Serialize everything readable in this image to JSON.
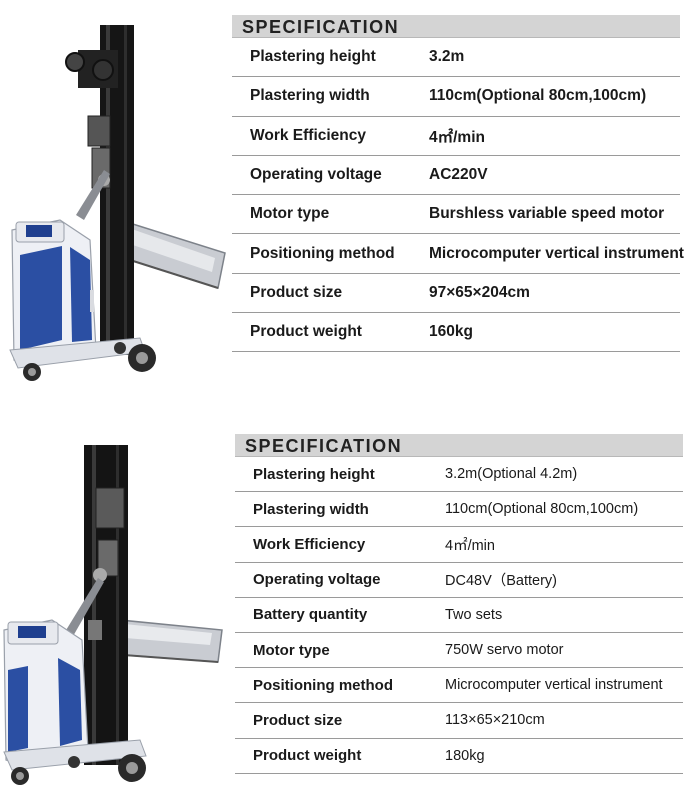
{
  "sections": [
    {
      "title": "SPECIFICATION",
      "rows": [
        {
          "label": "Plastering height",
          "value": "3.2m"
        },
        {
          "label": "Plastering width",
          "value": "110cm(Optional 80cm,100cm)"
        },
        {
          "label": "Work Efficiency",
          "value": "4㎡/min"
        },
        {
          "label": "Operating voltage",
          "value": "AC220V"
        },
        {
          "label": "Motor type",
          "value": "Burshless variable speed motor"
        },
        {
          "label": "Positioning method",
          "value": "Microcomputer vertical instrument"
        },
        {
          "label": "Product size",
          "value": "97×65×204cm"
        },
        {
          "label": "Product weight",
          "value": "160kg"
        }
      ]
    },
    {
      "title": "SPECIFICATION",
      "rows": [
        {
          "label": "Plastering height",
          "value": "3.2m(Optional 4.2m)"
        },
        {
          "label": "Plastering width",
          "value": "110cm(Optional 80cm,100cm)"
        },
        {
          "label": "Work Efficiency",
          "value": "4㎡/min"
        },
        {
          "label": "Operating voltage",
          "value": "DC48V（Battery)"
        },
        {
          "label": "Battery quantity",
          "value": "Two sets"
        },
        {
          "label": "Motor type",
          "value": "750W servo motor"
        },
        {
          "label": "Positioning method",
          "value": "Microcomputer vertical instrument"
        },
        {
          "label": "Product size",
          "value": "113×65×210cm"
        },
        {
          "label": "Product weight",
          "value": "180kg"
        }
      ]
    }
  ],
  "colors": {
    "header_bg": "#d4d4d4",
    "machine_blue": "#2b4fa3",
    "machine_white": "#eef0f5",
    "mast_black": "#141414"
  },
  "icons": [
    "plastering-machine-image"
  ]
}
